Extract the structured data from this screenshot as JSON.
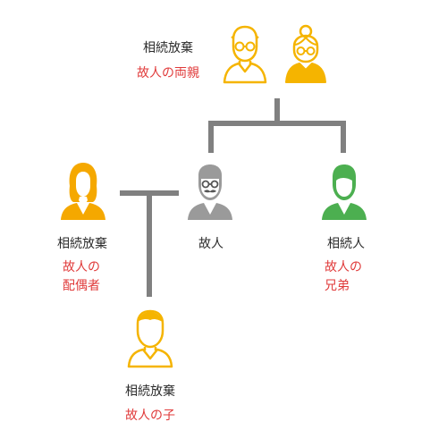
{
  "parents": {
    "status": "相続放棄",
    "relation": "故人の両親",
    "colors": {
      "father": "#f5b400",
      "mother": "#f5b400",
      "mother_body": "#f5b400"
    }
  },
  "spouse": {
    "status": "相続放棄",
    "relation_line1": "故人の",
    "relation_line2": "配偶者",
    "color": "#f5a800"
  },
  "deceased": {
    "name": "故人",
    "color": "#9a9a9a"
  },
  "sibling": {
    "status": "相続人",
    "relation_line1": "故人の",
    "relation_line2": "兄弟",
    "color": "#4caf50"
  },
  "child": {
    "status": "相続放棄",
    "relation": "故人の子",
    "color": "#f5b400"
  },
  "colors": {
    "line": "#808080",
    "relation_text": "#e03a3a",
    "status_text": "#2b2b2b"
  }
}
